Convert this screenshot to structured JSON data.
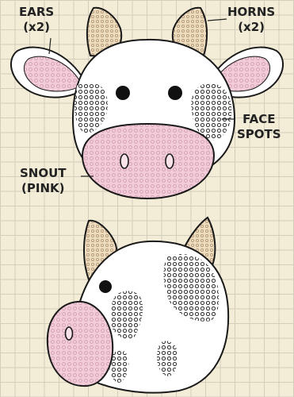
{
  "labels": {
    "ears": {
      "line1": "EARS",
      "line2": "(x2)"
    },
    "horns": {
      "line1": "HORNS",
      "line2": "(x2)"
    },
    "spots": {
      "line1": "FACE",
      "line2": "SPOTS"
    },
    "snout": {
      "line1": "SNOUT",
      "line2": "(PINK)"
    }
  },
  "colors": {
    "paper": "#f3ecd6",
    "grid": "#d3cdbb",
    "outline": "#1a1a1a",
    "face": "#ffffff",
    "pink": "#f2cdd9",
    "pink_stitch": "#d7a3b6",
    "horn": "#ecdcc0",
    "horn_stitch": "#b89a74",
    "spot_stitch": "#3a3a3a"
  }
}
